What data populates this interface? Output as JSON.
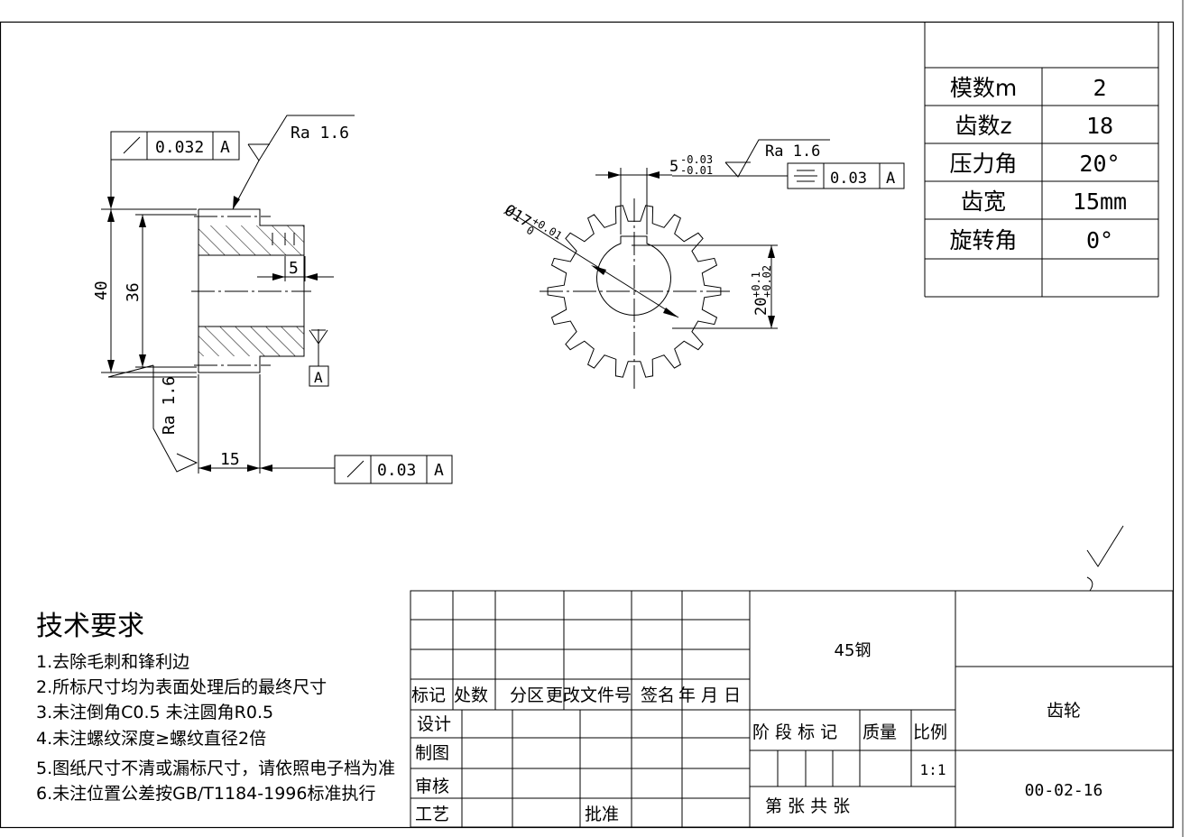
{
  "params": {
    "rows": [
      {
        "label": "模数m",
        "value": "2"
      },
      {
        "label": "齿数z",
        "value": "18"
      },
      {
        "label": "压力角",
        "value": "20°"
      },
      {
        "label": "齿宽",
        "value": "15mm"
      },
      {
        "label": "旋转角",
        "value": "0°"
      }
    ]
  },
  "side_view": {
    "runout_tol": "0.032",
    "runout_datum": "A",
    "ra_top": "Ra 1.6",
    "ra_left": "Ra 1.6",
    "dim_40": "40",
    "dim_36": "36",
    "dim_5": "5",
    "dim_15": "15",
    "runout_tol2": "0.03",
    "runout_datum2": "A",
    "datum_label": "A"
  },
  "front_view": {
    "keyway_width_nom": "5",
    "keyway_width_upper": "-0.03",
    "keyway_width_lower": "-0.01",
    "ra_keyway": "Ra 1.6",
    "sym_tol": "0.03",
    "sym_datum": "A",
    "bore_nom": "Ø17",
    "bore_upper": "+0.01",
    "bore_lower": "0",
    "keyway_depth_nom": "20",
    "keyway_depth_upper": "+0.1",
    "keyway_depth_lower": "+0.02"
  },
  "tech_req": {
    "title": "技术要求",
    "items": [
      "1.去除毛刺和锋利边",
      "2.所标尺寸均为表面处理后的最终尺寸",
      "3.未注倒角C0.5 未注圆角R0.5",
      "4.未注螺纹深度≥螺纹直径2倍",
      "5.图纸尺寸不清或漏标尺寸，请依照电子档为准",
      "6.未注位置公差按GB/T1184-1996标准执行"
    ]
  },
  "title_block": {
    "material": "45钢",
    "part_name": "齿轮",
    "drawing_no": "00-02-16",
    "scale": "1:1",
    "h_mark": "标记",
    "h_count": "处数",
    "h_zone": "分区",
    "h_doc": "更改文件号",
    "h_sign": "签名",
    "h_date": "年 月 日",
    "design": "设计",
    "draw": "制图",
    "check": "审核",
    "process": "工艺",
    "approve": "批准",
    "stage_mark": "阶 段 标 记",
    "mass": "质量",
    "ratio": "比例",
    "sheet": "第   张    共   张"
  }
}
